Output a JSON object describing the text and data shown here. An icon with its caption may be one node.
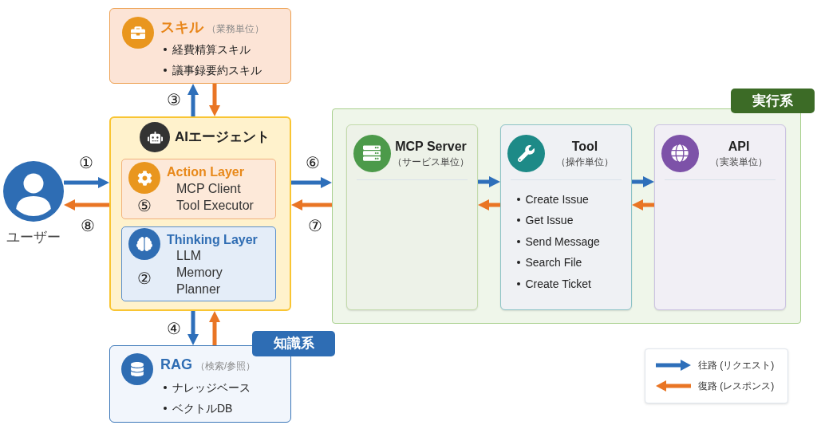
{
  "diagram": {
    "nodes": [
      {
        "text": [
          "スキル",
          "（業務単位）",
          "経費精算スキル",
          "議事録要約スキル"
        ]
      },
      {
        "text": [
          "ユーザー"
        ]
      },
      {
        "text": [
          "AIエージェント"
        ]
      },
      {
        "text": [
          "Action Layer",
          "MCP Client",
          "Tool Executor",
          "⑤"
        ],
        "in": 2
      },
      {
        "text": [
          "Thinking Layer",
          "LLM",
          "Memory",
          "Planner",
          "②"
        ],
        "in": 2
      },
      {
        "text": [
          "知識系"
        ]
      },
      {
        "text": [
          "RAG",
          "（検索/参照）",
          "ナレッジベース",
          "ベクトルDB"
        ]
      },
      {
        "text": [
          "実行系"
        ]
      },
      {
        "text": [],
        "shape": "box"
      },
      {
        "text": [
          "MCP Server",
          "（サービス単位）"
        ],
        "in": 8
      },
      {
        "text": [
          "Tool",
          "（操作単位）",
          "Create Issue",
          "Get Issue",
          "Send Message",
          "Search File",
          "Create Ticket"
        ],
        "in": 8
      },
      {
        "text": [
          "API",
          "（実装単位）"
        ],
        "in": 8
      }
    ],
    "edges": [
      {
        "from": 1,
        "to": 2,
        "arrow": "to",
        "label": "①",
        "color": "#2e6fba"
      },
      {
        "from": 2,
        "to": 1,
        "arrow": "to",
        "label": "⑧",
        "color": "#e97524"
      },
      {
        "from": 2,
        "to": 0,
        "arrow": "to",
        "label": "③",
        "color": "#2e6fba"
      },
      {
        "from": 0,
        "to": 2,
        "arrow": "to",
        "color": "#e97524"
      },
      {
        "from": 2,
        "to": 6,
        "arrow": "to",
        "label": "④",
        "color": "#2e6fba"
      },
      {
        "from": 6,
        "to": 2,
        "arrow": "to",
        "color": "#e97524"
      },
      {
        "from": 2,
        "to": 8,
        "arrow": "to",
        "label": "⑥",
        "color": "#2e6fba"
      },
      {
        "from": 8,
        "to": 2,
        "arrow": "to",
        "label": "⑦",
        "color": "#e97524"
      },
      {
        "from": 9,
        "to": 10,
        "arrow": "to",
        "color": "#2e6fba"
      },
      {
        "from": 10,
        "to": 9,
        "arrow": "to",
        "color": "#e97524"
      },
      {
        "from": 10,
        "to": 11,
        "arrow": "to",
        "color": "#2e6fba"
      },
      {
        "from": 11,
        "to": 10,
        "arrow": "to",
        "color": "#e97524"
      }
    ],
    "legend": [
      {
        "text": "往路 (リクエスト)"
      },
      {
        "text": "復路 (レスポンス)"
      }
    ]
  }
}
